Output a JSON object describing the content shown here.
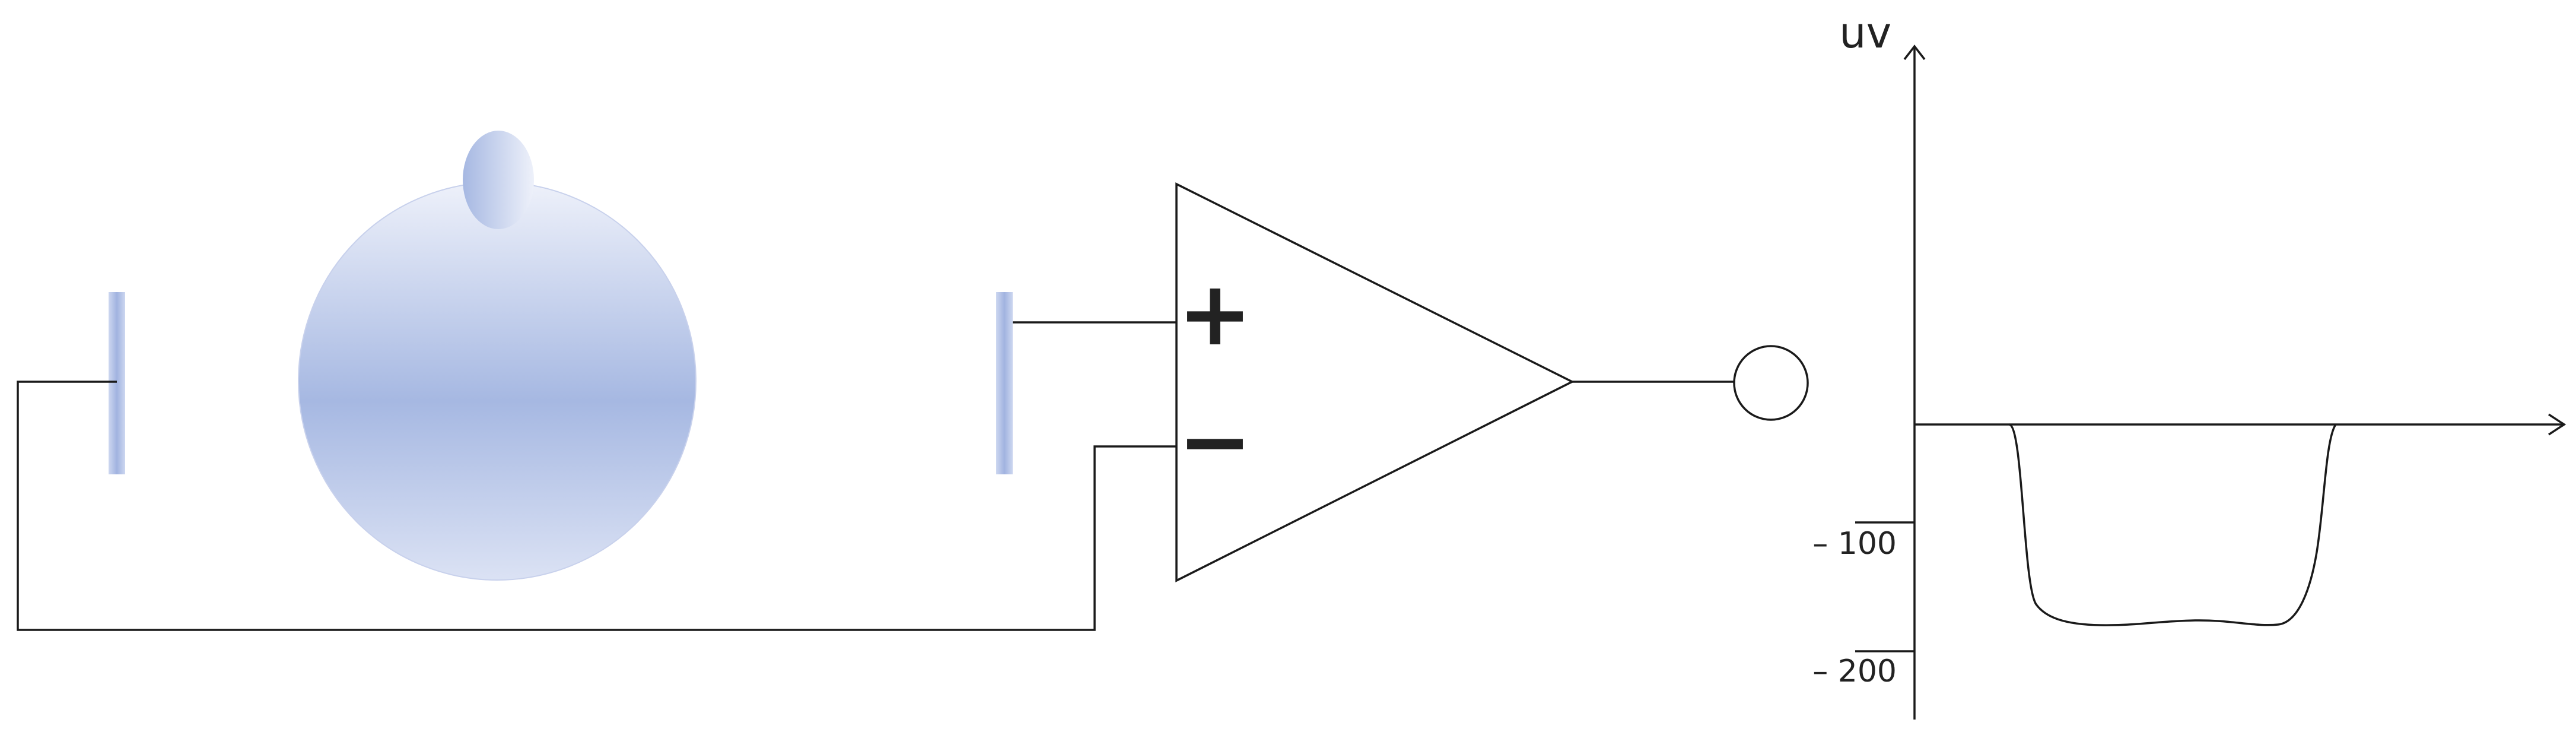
{
  "amplifier": {
    "plus_symbol": "+",
    "minus_symbol": "−"
  },
  "graph": {
    "y_axis_label": "uv",
    "tick_labels": [
      "– 100",
      "– 200"
    ]
  },
  "colors": {
    "electrode": "#a9b9e2",
    "cell_light": "#eef1fa",
    "cell_dark": "#a6b8e2",
    "line": "#1a1a1a"
  }
}
